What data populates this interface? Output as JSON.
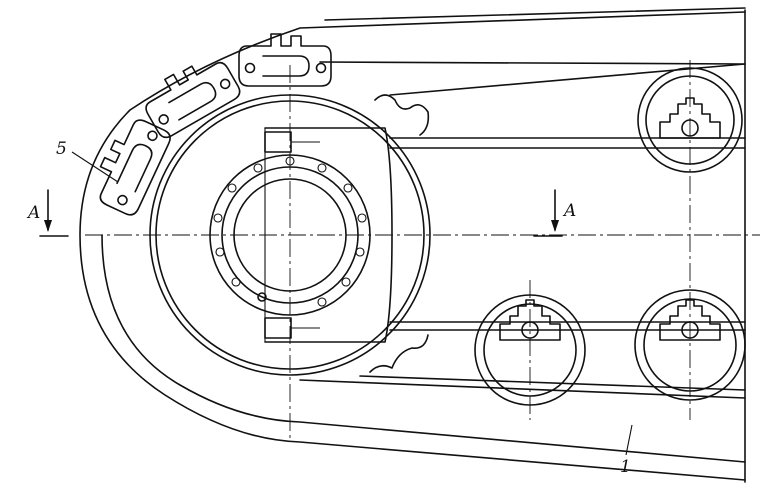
{
  "diagram": {
    "labels": {
      "part_5": "5",
      "part_1": "1",
      "section_left": "A",
      "section_right": "A"
    }
  }
}
